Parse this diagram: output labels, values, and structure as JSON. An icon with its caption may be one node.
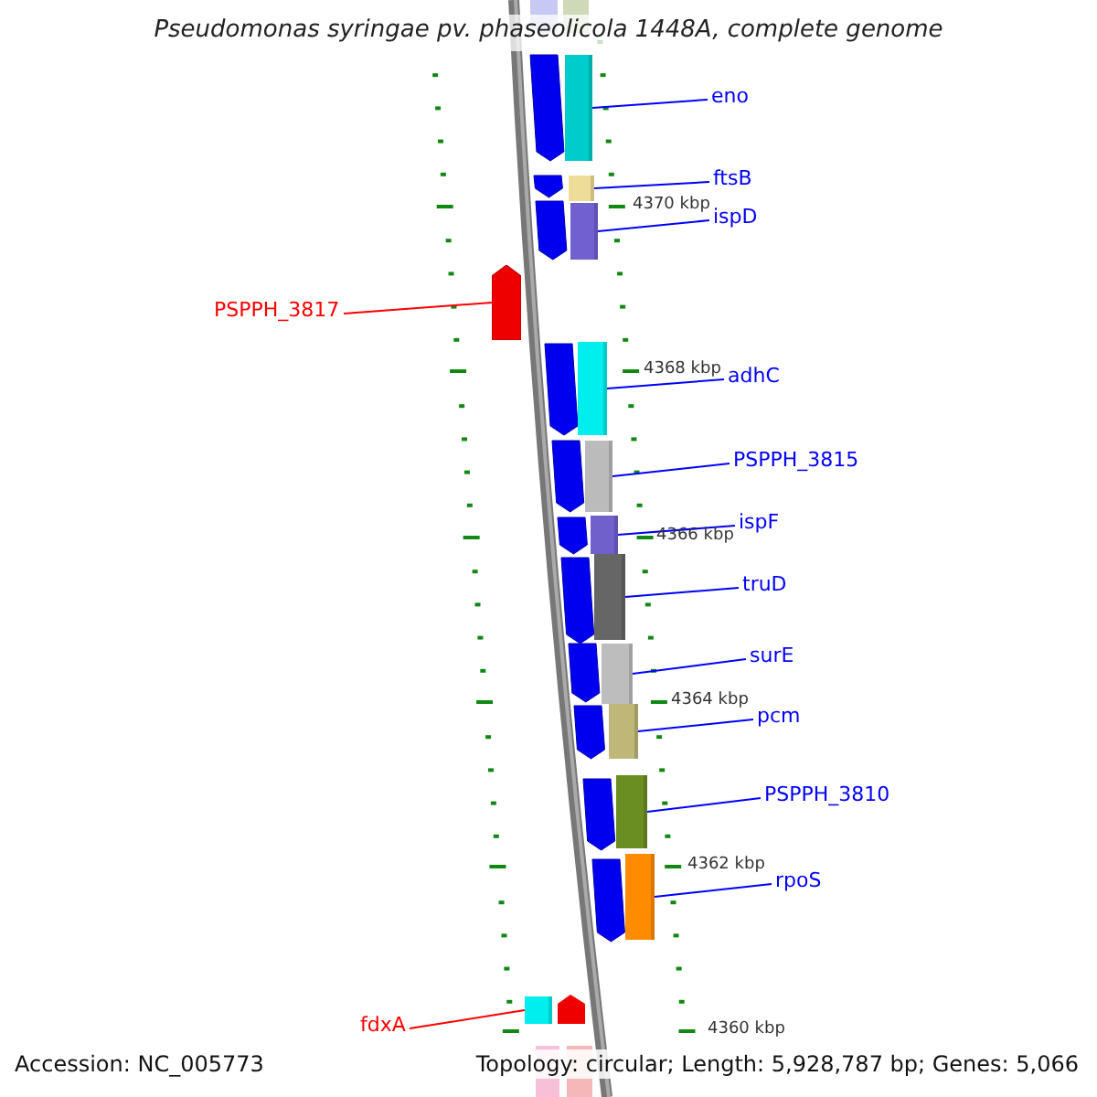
{
  "diagram": {
    "title": "Pseudomonas syringae pv. phaseolicola 1448A, complete genome",
    "nodes": [
      {
        "text": [
          "eno"
        ]
      },
      {
        "text": [],
        "shape": "box"
      },
      {
        "text": [
          "ftsB"
        ]
      },
      {
        "text": [],
        "shape": "box"
      },
      {
        "text": [
          "ispD"
        ]
      },
      {
        "text": [],
        "shape": "box"
      },
      {
        "text": [
          "PSPPH_3817"
        ]
      },
      {
        "text": [],
        "shape": "arrow"
      },
      {
        "text": [
          "adhC"
        ]
      },
      {
        "text": [],
        "shape": "box"
      },
      {
        "text": [
          "PSPPH_3815"
        ]
      },
      {
        "text": [],
        "shape": "box"
      },
      {
        "text": [
          "ispF"
        ]
      },
      {
        "text": [],
        "shape": "box"
      },
      {
        "text": [
          "truD"
        ]
      },
      {
        "text": [],
        "shape": "box"
      },
      {
        "text": [
          "surE"
        ]
      },
      {
        "text": [],
        "shape": "box"
      },
      {
        "text": [
          "pcm"
        ]
      },
      {
        "text": [],
        "shape": "box"
      },
      {
        "text": [
          "PSPPH_3810"
        ]
      },
      {
        "text": [],
        "shape": "box"
      },
      {
        "text": [
          "rpoS"
        ]
      },
      {
        "text": [],
        "shape": "box"
      },
      {
        "text": [
          "fdxA"
        ]
      },
      {
        "text": [],
        "shape": "box"
      }
    ],
    "edges": [
      {
        "from": 0,
        "to": 1,
        "arrow": "none"
      },
      {
        "from": 2,
        "to": 3,
        "arrow": "none"
      },
      {
        "from": 4,
        "to": 5,
        "arrow": "none"
      },
      {
        "from": 6,
        "to": 7,
        "arrow": "none",
        "color": "#ff0000"
      },
      {
        "from": 8,
        "to": 9,
        "arrow": "none"
      },
      {
        "from": 10,
        "to": 11,
        "arrow": "none"
      },
      {
        "from": 12,
        "to": 13,
        "arrow": "none"
      },
      {
        "from": 14,
        "to": 15,
        "arrow": "none"
      },
      {
        "from": 16,
        "to": 17,
        "arrow": "none"
      },
      {
        "from": 18,
        "to": 19,
        "arrow": "none"
      },
      {
        "from": 20,
        "to": 21,
        "arrow": "none"
      },
      {
        "from": 22,
        "to": 23,
        "arrow": "none"
      },
      {
        "from": 24,
        "to": 25,
        "arrow": "none",
        "color": "#ff0000"
      }
    ],
    "labels": [
      "4370 kbp",
      "4368 kbp",
      "4366 kbp",
      "4364 kbp",
      "4362 kbp",
      "4360 kbp",
      "Accession: NC_005773",
      "Topology: circular; Length: 5,928,787 bp; Genes: 5,066"
    ]
  }
}
